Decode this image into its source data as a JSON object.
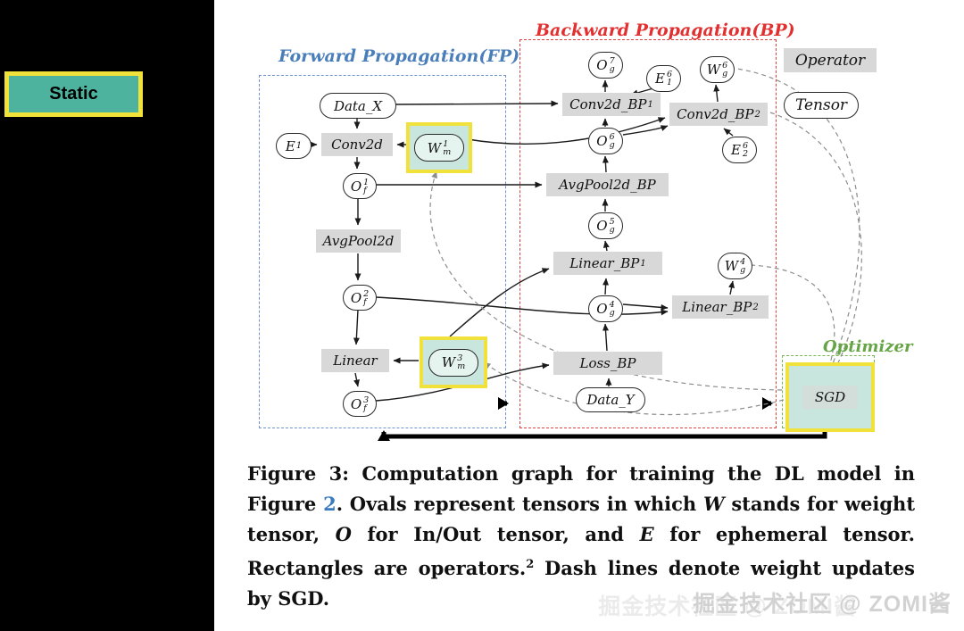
{
  "sidebar": {
    "static_label": "Static"
  },
  "regions": {
    "fp": "Forward Propagation(FP)",
    "bp": "Backward Propagation(BP)",
    "optimizer": "Optimizer"
  },
  "legend": {
    "operator": "Operator",
    "tensor": "Tensor"
  },
  "nodes": {
    "data_x": {
      "label": "Data_X"
    },
    "e1": {
      "base": "E",
      "sup": "1"
    },
    "conv2d": {
      "label": "Conv2d"
    },
    "wm1": {
      "base": "W",
      "sub": "m",
      "sup": "1"
    },
    "of1": {
      "base": "O",
      "sub": "f",
      "sup": "1"
    },
    "avgpool2d": {
      "label": "AvgPool2d"
    },
    "of2": {
      "base": "O",
      "sub": "f",
      "sup": "2"
    },
    "linear": {
      "label": "Linear"
    },
    "wm3": {
      "base": "W",
      "sub": "m",
      "sup": "3"
    },
    "of3": {
      "base": "O",
      "sub": "f",
      "sup": "3"
    },
    "og7": {
      "base": "O",
      "sub": "g",
      "sup": "7"
    },
    "e16": {
      "base": "E",
      "sub": "1",
      "sup": "6"
    },
    "wg6": {
      "base": "W",
      "sub": "g",
      "sup": "6"
    },
    "conv2d_bp1": {
      "base": "Conv2d_BP",
      "sub": "1"
    },
    "conv2d_bp2": {
      "base": "Conv2d_BP",
      "sub": "2"
    },
    "og6": {
      "base": "O",
      "sub": "g",
      "sup": "6"
    },
    "e26": {
      "base": "E",
      "sub": "2",
      "sup": "6"
    },
    "avgpool2d_bp": {
      "label": "AvgPool2d_BP"
    },
    "og5": {
      "base": "O",
      "sub": "g",
      "sup": "5"
    },
    "linear_bp1": {
      "base": "Linear_BP",
      "sub": "1"
    },
    "wg4": {
      "base": "W",
      "sub": "g",
      "sup": "4"
    },
    "og4": {
      "base": "O",
      "sub": "g",
      "sup": "4"
    },
    "linear_bp2": {
      "base": "Linear_BP",
      "sub": "2"
    },
    "loss_bp": {
      "label": "Loss_BP"
    },
    "data_y": {
      "label": "Data_Y"
    },
    "sgd": {
      "label": "SGD"
    }
  },
  "caption": {
    "s0": "Figure 3: Computation graph for training the DL model in Figure ",
    "s1": "2",
    "s2": ". Ovals represent tensors in which ",
    "s3": "W",
    "s4": " stands for weight tensor, ",
    "s5": "O",
    "s6": " for In/Out tensor, and ",
    "s7": "E",
    "s8": " for ephemeral tensor. Rectangles are operators.",
    "s9": "2",
    "s10": " Dash lines denote weight updates by SGD."
  },
  "watermark": {
    "text": "掘金技术社区 @ ZOMI酱"
  },
  "colors": {
    "fp_blue": "#4a7ebb",
    "bp_red": "#e23030",
    "optimizer_green": "#66a546",
    "highlight_yellow": "#f1e23b",
    "highlight_teal": "#c8e6dd",
    "operator_gray": "#d8d8d8",
    "static_teal": "#4db39e",
    "ref_blue": "#3a7bbf"
  }
}
